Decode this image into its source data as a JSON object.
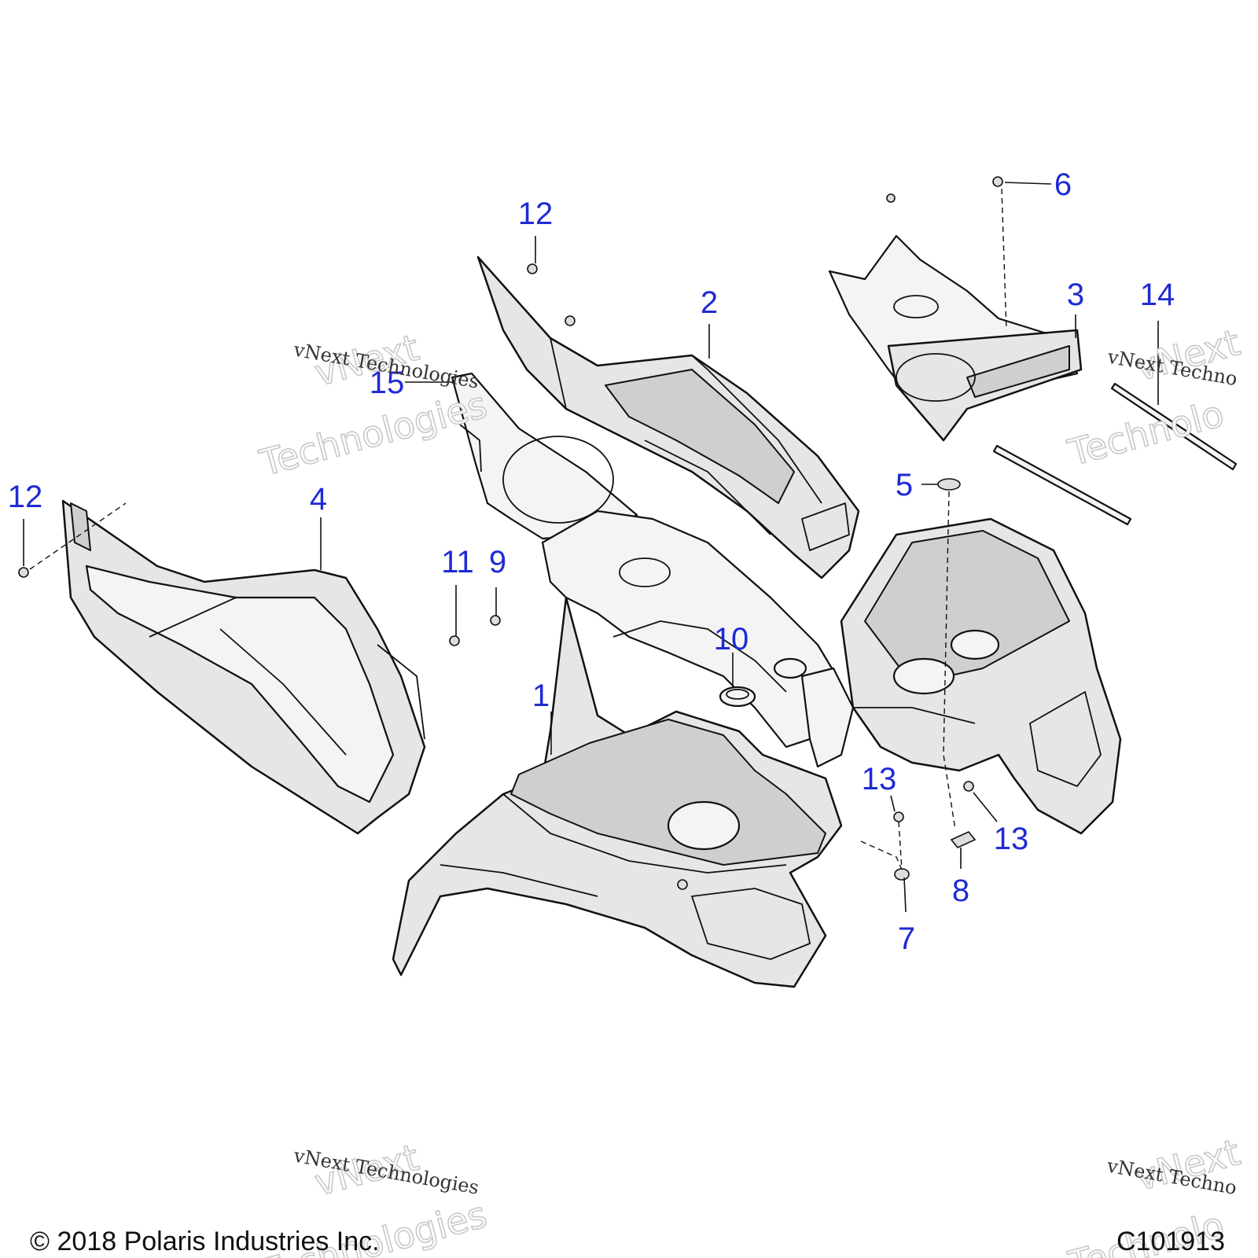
{
  "callouts": [
    {
      "id": "1",
      "label": "1"
    },
    {
      "id": "2",
      "label": "2"
    },
    {
      "id": "3",
      "label": "3"
    },
    {
      "id": "4",
      "label": "4"
    },
    {
      "id": "5",
      "label": "5"
    },
    {
      "id": "6",
      "label": "6"
    },
    {
      "id": "7",
      "label": "7"
    },
    {
      "id": "8",
      "label": "8"
    },
    {
      "id": "9",
      "label": "9"
    },
    {
      "id": "10",
      "label": "10"
    },
    {
      "id": "11",
      "label": "11"
    },
    {
      "id": "12a",
      "label": "12"
    },
    {
      "id": "12b",
      "label": "12"
    },
    {
      "id": "13a",
      "label": "13"
    },
    {
      "id": "13b",
      "label": "13"
    },
    {
      "id": "14",
      "label": "14"
    },
    {
      "id": "15",
      "label": "15"
    }
  ],
  "watermark": {
    "brand_top": "vNext",
    "brand_bottom": "Technologies",
    "caption": "vNext Technologies",
    "caption_cut": "vNext Techno",
    "brand_top_cut": "vNext",
    "brand_bottom_cut": "Technolo"
  },
  "footer": {
    "copyright": "© 2018 Polaris Industries Inc.",
    "figure_code": "C101913"
  },
  "colors": {
    "callout": "#1f2ad6",
    "line": "#111111",
    "part_fill": "#e6e6e6"
  }
}
